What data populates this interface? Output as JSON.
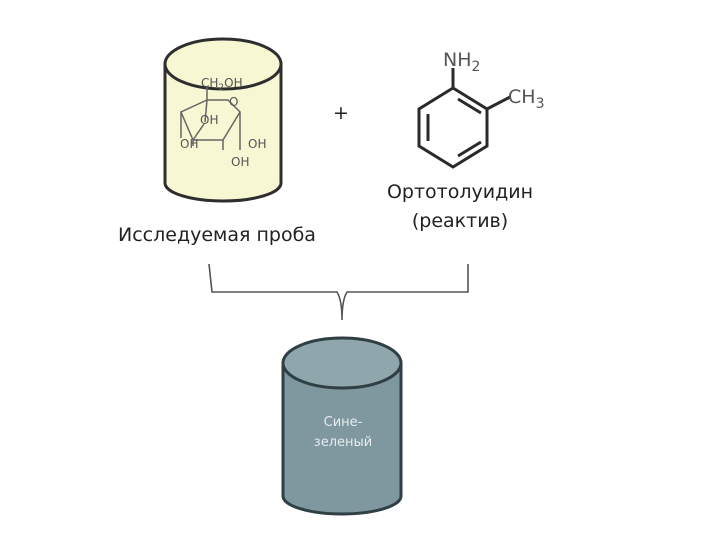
{
  "sample": {
    "label": "Исследуемая проба",
    "glucose_formula": {
      "ch2oh": "CH",
      "ch2oh_sub": "2",
      "ch2oh_tail": "OH",
      "ring_o": "O",
      "oh_1": "OH",
      "oh_2": "OH",
      "oh_3": "OH",
      "oh_4": "OH"
    }
  },
  "operator_plus": "+",
  "reagent": {
    "name": "Ортотолуидин",
    "subtitle": "(реактив)",
    "formula": {
      "nh2": "NH",
      "nh2_sub": "2",
      "ch3": "CH",
      "ch3_sub": "3"
    }
  },
  "result": {
    "line1": "Сине-",
    "line2": "зеленый"
  },
  "colors": {
    "sample_fill": "#f7f7d3",
    "sample_stroke": "#2e2e2e",
    "result_fill": "#7f979f",
    "result_top": "#8fa6ad",
    "result_stroke": "#2f3f44",
    "brace": "#555555"
  }
}
